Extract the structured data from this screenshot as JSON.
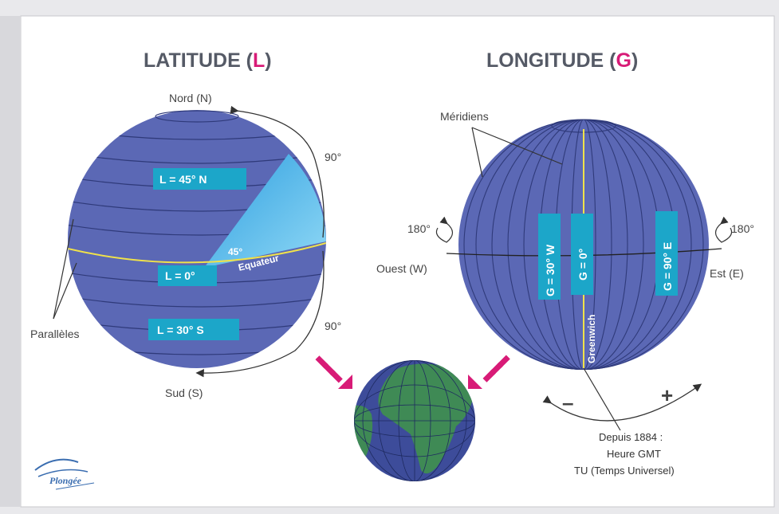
{
  "latitude": {
    "title_main": "LATITUDE (",
    "title_letter": "L",
    "title_end": ")",
    "north": "Nord (N)",
    "south": "Sud (S)",
    "angle_top": "90°",
    "angle_bottom": "90°",
    "angle_small": "45°",
    "equator": "Equateur",
    "badge_north": "L = 45° N",
    "badge_equator": "L = 0°",
    "badge_south": "L = 30° S",
    "parallels": "Parallèles"
  },
  "longitude": {
    "title_main": "LONGITUDE (",
    "title_letter": "G",
    "title_end": ")",
    "meridians": "Méridiens",
    "left_180": "180°",
    "right_180": "180°",
    "west": "Ouest (W)",
    "east": "Est (E)",
    "badge_west": "G = 30° W",
    "badge_zero": "G = 0°",
    "badge_east": "G = 90° E",
    "greenwich": "Greenwich",
    "minus": "–",
    "plus": "+",
    "since_1": "Depuis 1884 :",
    "since_2": "Heure GMT",
    "since_3": "TU (Temps Universel)"
  },
  "logo": {
    "text": "Plongée"
  },
  "colors": {
    "globe": "#5b68b5",
    "badge": "#1ca6c9",
    "highlight": "#d81b77",
    "equator_line": "#f0e24a",
    "earth_ocean": "#3d4c9a",
    "earth_land": "#3f8a55"
  }
}
